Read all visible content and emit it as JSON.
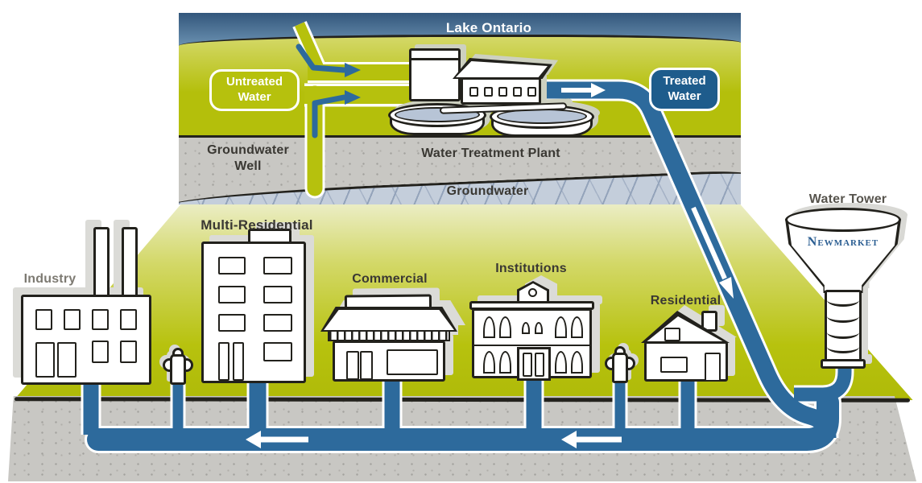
{
  "top_panel": {
    "lake_label": "Lake Ontario",
    "untreated_badge_line1": "Untreated",
    "untreated_badge_line2": "Water",
    "treated_badge_line1": "Treated",
    "treated_badge_line2": "Water",
    "groundwater_well_line1": "Groundwater",
    "groundwater_well_line2": "Well",
    "plant_label": "Water Treatment Plant",
    "groundwater_label": "Groundwater"
  },
  "city": {
    "industry_label": "Industry",
    "multi_residential_label": "Multi-Residential",
    "commercial_label": "Commercial",
    "institutions_label": "Institutions",
    "residential_label": "Residential",
    "water_tower_label": "Water Tower",
    "water_tower_tank_text": "Newmarket"
  },
  "colors": {
    "land_green": "#b6c10d",
    "pipe_blue": "#2d6a9c",
    "lake_blue": "#3a5c7f",
    "treated_badge_blue": "#1e5c8c",
    "untreated_badge_green": "#b6c10d",
    "groundwater_layer_blue_gray": "#c4cedb",
    "soil_gray": "#c8c7c3",
    "outline_black": "#22211c",
    "newmarket_text_blue": "#2b5e92",
    "arrow_white": "#ffffff"
  }
}
